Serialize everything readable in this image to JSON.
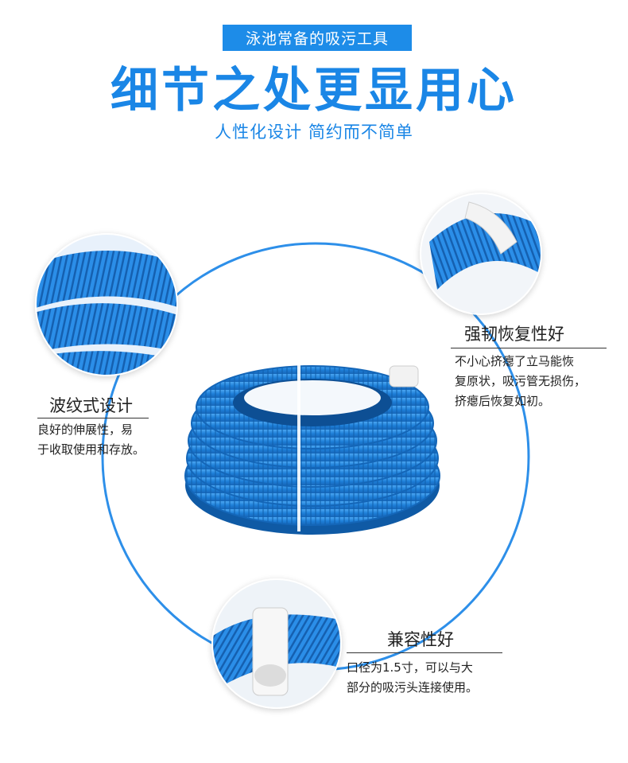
{
  "header": {
    "badge": "泳池常备的吸污工具",
    "headline": "细节之处更显用心",
    "subhead": "人性化设计 简约而不简单"
  },
  "features": {
    "corrugated": {
      "title": "波纹式设计",
      "desc_line1": "良好的伸展性，易",
      "desc_line2": "于收取使用和存放。"
    },
    "resilience": {
      "title": "强韧恢复性好",
      "desc_line1": "不小心挤瘪了立马能恢",
      "desc_line2": "复原状，吸污管无损伤，",
      "desc_line3": "挤瘪后恢复如初。"
    },
    "compatibility": {
      "title": "兼容性好",
      "desc_line1": "口径为1.5寸，可以与大",
      "desc_line2": "部分的吸污头连接使用。"
    }
  },
  "colors": {
    "accent": "#1a86e6",
    "hose": "#1e7fd8"
  }
}
